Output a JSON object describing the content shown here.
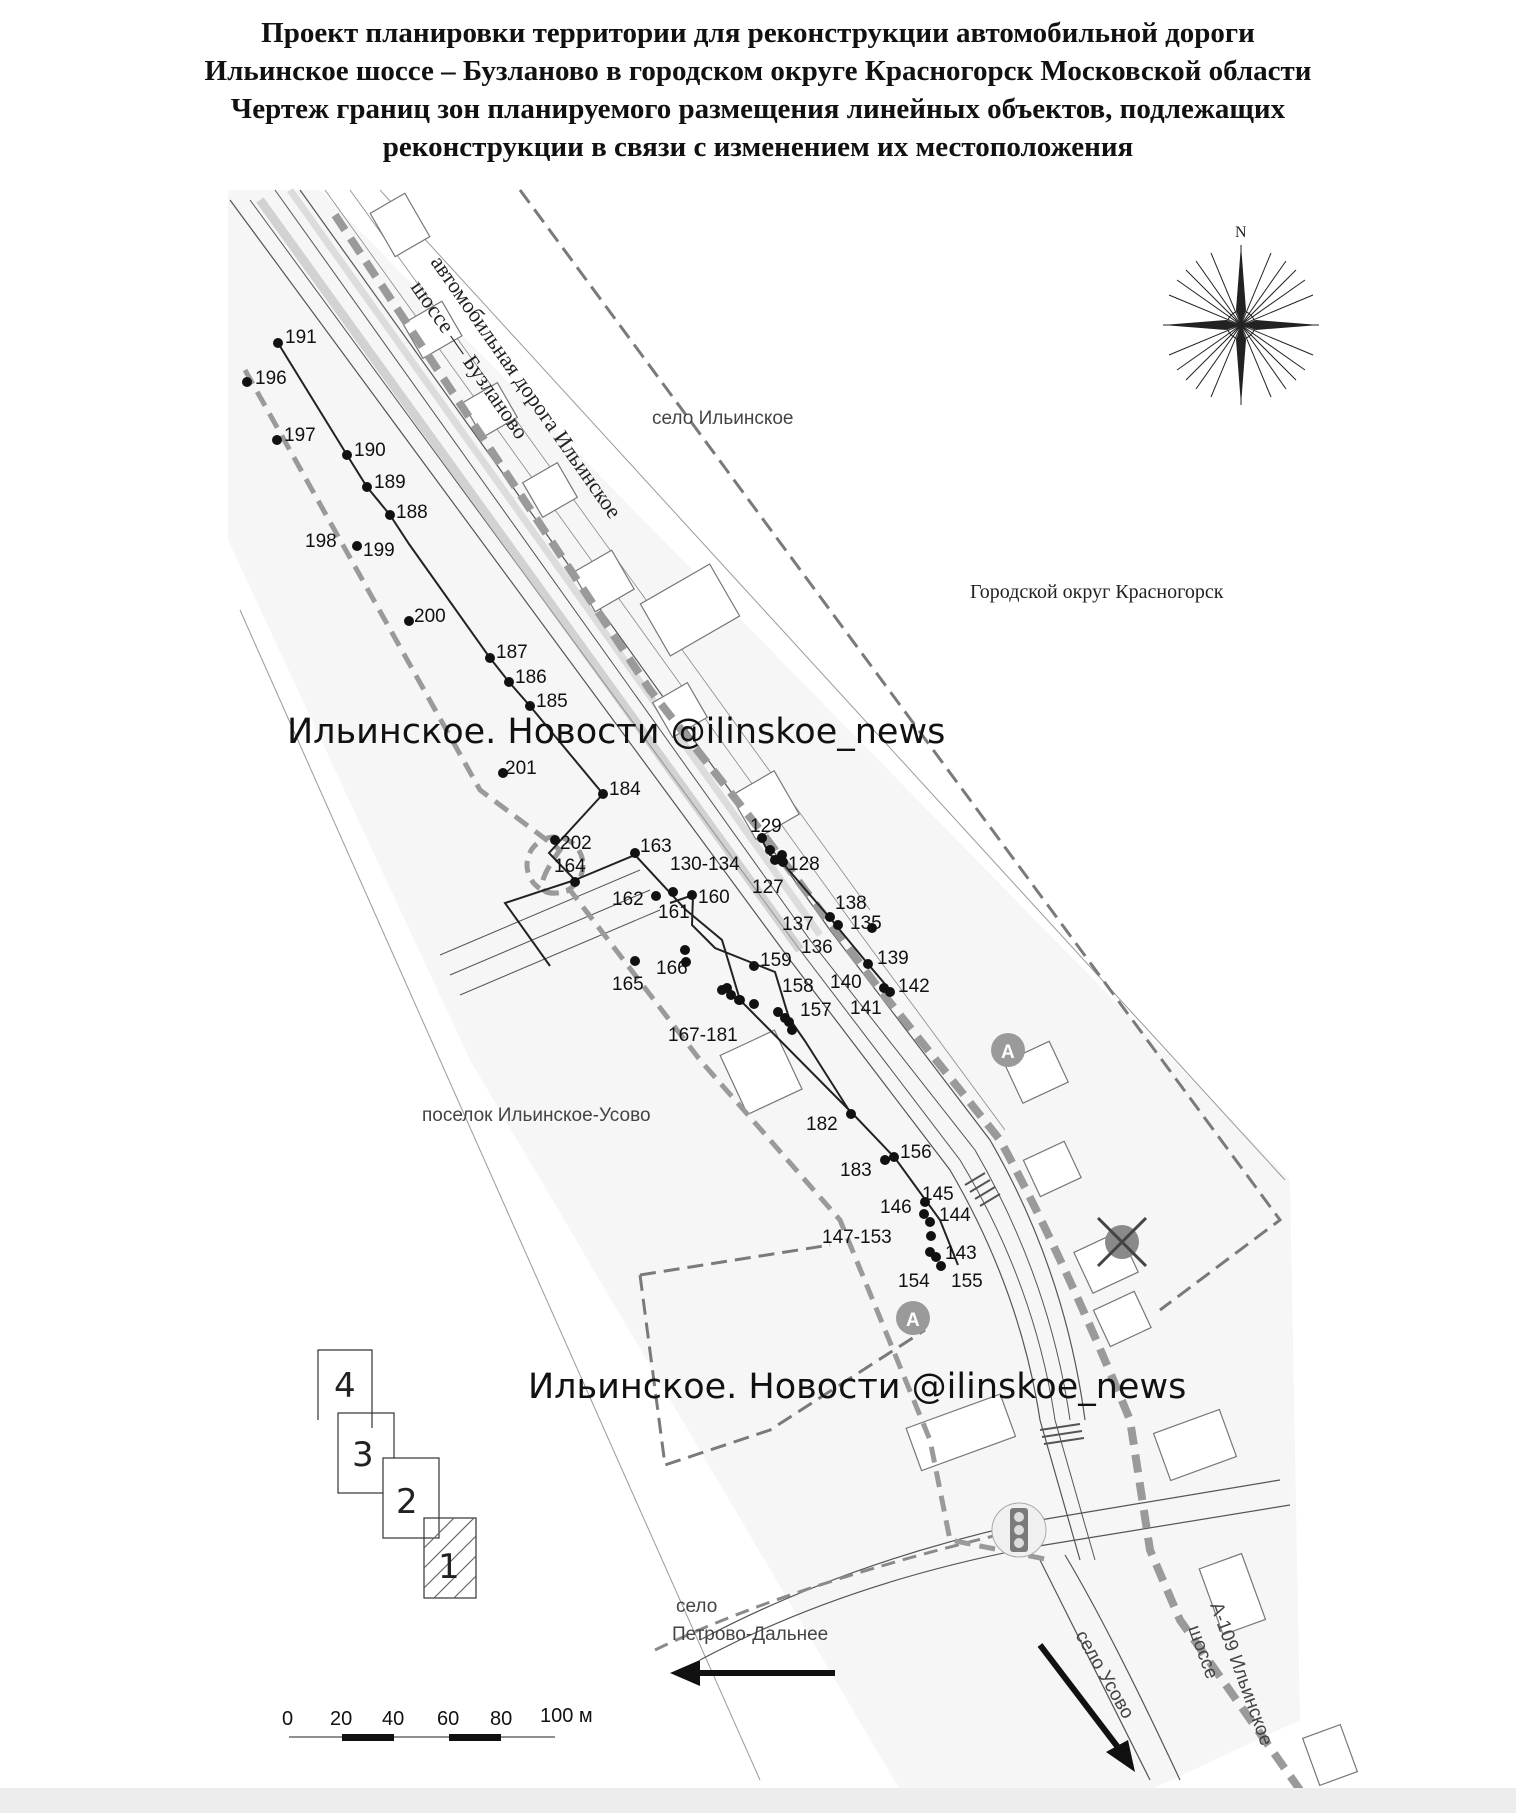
{
  "title": {
    "line1": "Проект планировки территории для реконструкции автомобильной дороги",
    "line2": "Ильинское шоссе – Бузланово в городском округе Красногорск Московской области",
    "line3": "Чертеж границ зон планируемого размещения линейных объектов, подлежащих",
    "line4": "реконструкции в связи с изменением их местоположения"
  },
  "places": {
    "selo_ilinskoe": "село Ильинское",
    "gorodskoy_okrug": "Городской округ Красногорск",
    "poselok": "поселок Ильинское-Усово",
    "road_label_1": "автомобильная дорога Ильинское",
    "road_label_2": "шоссе — Бузланово",
    "petrovo_1": "село",
    "petrovo_2": "Петрово-Дальнее",
    "usovo": "село Усово",
    "a109_1": "А-109 Ильинское",
    "a109_2": "шоссе"
  },
  "watermark": "Ильинское. Новости @ilinskoe_news",
  "compass": {
    "north": "N"
  },
  "bus_stop_symbol": "А",
  "sheet_index": [
    "4",
    "3",
    "2",
    "1"
  ],
  "scale_bar": {
    "ticks": [
      "0",
      "20",
      "40",
      "60",
      "80",
      "100 м"
    ]
  },
  "points": {
    "p191": "191",
    "p196": "196",
    "p197": "197",
    "p190": "190",
    "p189": "189",
    "p188": "188",
    "p198": "198",
    "p199": "199",
    "p200": "200",
    "p187": "187",
    "p186": "186",
    "p185": "185",
    "p201": "201",
    "p184": "184",
    "p202": "202",
    "p164": "164",
    "p163": "163",
    "p130_134": "130-134",
    "p129": "129",
    "p128": "128",
    "p127": "127",
    "p162": "162",
    "p161": "161",
    "p160": "160",
    "p138": "138",
    "p137": "137",
    "p135": "135",
    "p136": "136",
    "p139": "139",
    "p159": "159",
    "p166": "166",
    "p165": "165",
    "p140": "140",
    "p142": "142",
    "p158": "158",
    "p141": "141",
    "p157": "157",
    "p167_181": "167-181",
    "p182": "182",
    "p156": "156",
    "p183": "183",
    "p145": "145",
    "p146": "146",
    "p144": "144",
    "p147_153": "147-153",
    "p143": "143",
    "p154": "154",
    "p155": "155"
  },
  "colors": {
    "boundary_dashed": "#8a8a8a",
    "points": "#111111",
    "background": "#ffffff"
  }
}
